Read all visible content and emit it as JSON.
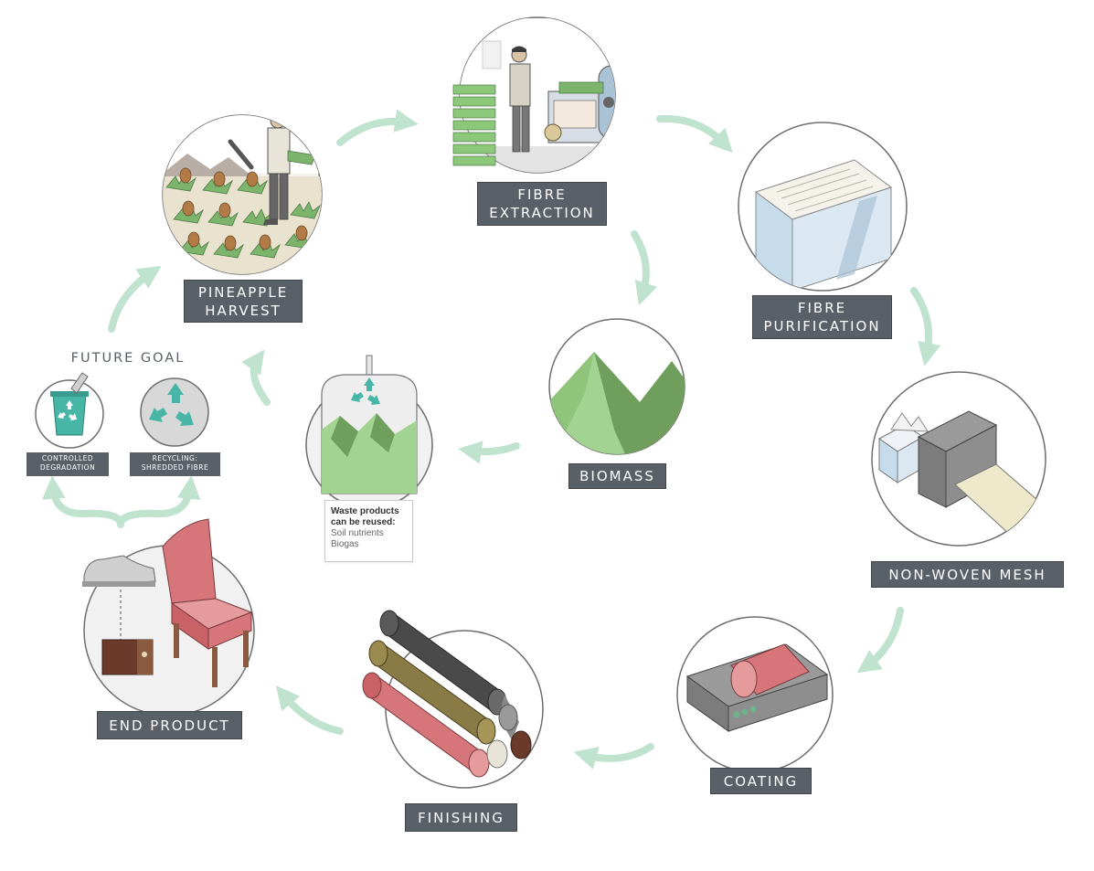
{
  "stages": {
    "pineapple_harvest": [
      "PINEAPPLE",
      "HARVEST"
    ],
    "fibre_extraction": [
      "FIBRE",
      "EXTRACTION"
    ],
    "fibre_purification": [
      "FIBRE",
      "PURIFICATION"
    ],
    "biomass": "BIOMASS",
    "non_woven_mesh": "NON-WOVEN MESH",
    "coating": "COATING",
    "finishing": "FINISHING",
    "end_product": "END PRODUCT"
  },
  "future_goal": {
    "title": "FUTURE GOAL",
    "controlled_degradation": [
      "CONTROLLED",
      "DEGRADATION"
    ],
    "recycling": [
      "RECYCLING:",
      "SHREDDED FIBRE"
    ]
  },
  "waste": {
    "title_line1": "Waste products",
    "title_line2": "can be reused:",
    "items": [
      "Soil nutrients",
      "Biogas"
    ]
  },
  "colors": {
    "label_bg": "#5a6068",
    "arrow": "#bfe3cf",
    "leaf_green": "#7cb46b",
    "mountain_light": "#a3d390",
    "mountain_dark": "#6f9e5d",
    "recycle_teal": "#47b6a6",
    "chair_red": "#d7767a"
  },
  "icons": {
    "recycle": "recycle-icon",
    "bin": "bin-icon"
  }
}
